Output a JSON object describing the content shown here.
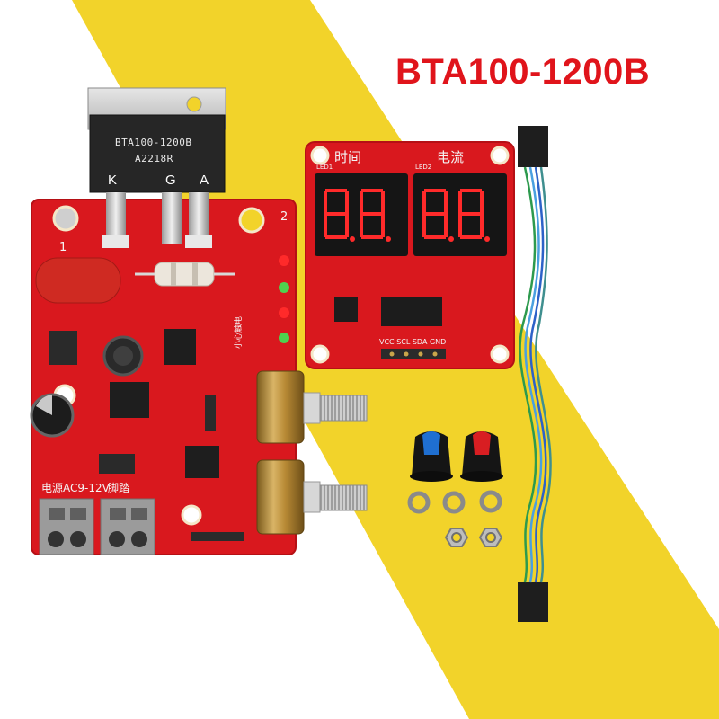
{
  "product": {
    "title": "BTA100-1200B"
  },
  "triac": {
    "marking_line1": "BTA100-1200B",
    "marking_line2": "A2218R",
    "pins": [
      "K",
      "G",
      "A"
    ]
  },
  "main_board": {
    "marker_1": "1",
    "marker_2": "2",
    "label_power": "电源AC9-12V",
    "label_pedal": "脚踏",
    "label_caution": "小心触电"
  },
  "display_board": {
    "label_time": "时间",
    "label_current": "电流",
    "led1": "LED1",
    "led2": "LED2",
    "header_label": "VCC SCL SDA GND"
  },
  "colors": {
    "background_band": "#f2d32a",
    "pcb": "#d9181e",
    "title": "#e0141b",
    "knob_blue": "#1f6fd1",
    "knob_red": "#d81e22"
  }
}
